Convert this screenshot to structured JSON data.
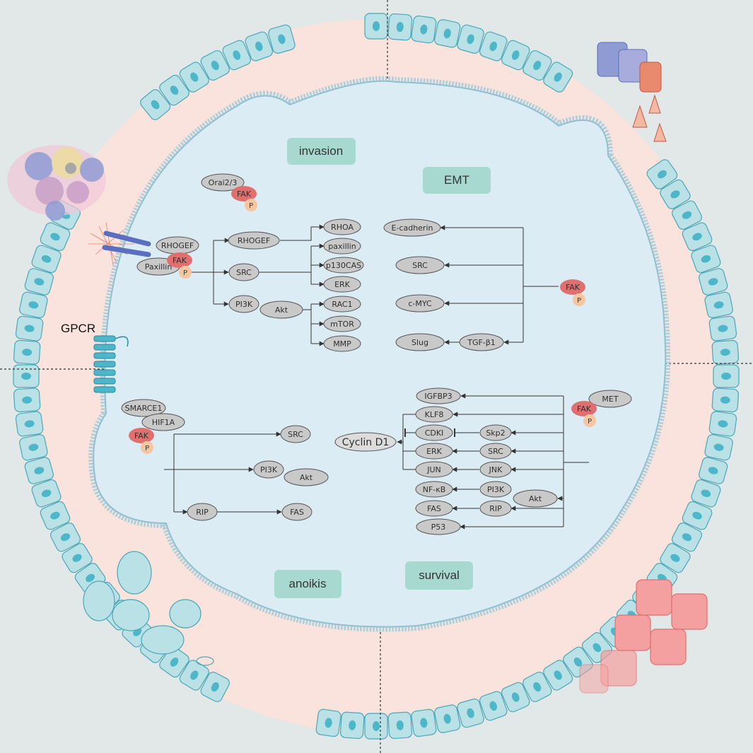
{
  "labels": {
    "invasion": "invasion",
    "emt": "EMT",
    "anoikis": "anoikis",
    "survival": "survival",
    "gpcr": "GPCR"
  },
  "nodes": {
    "orai": "Orai2/3",
    "rhogef_left": "RHOGEF",
    "paxillin_left": "Paxillin",
    "rhogef": "RHOGEF",
    "src_inv": "SRC",
    "pi3k_inv": "PI3K",
    "akt_inv": "Akt",
    "rhoa": "RHOA",
    "paxillin": "paxillin",
    "p130cas": "p130CAS",
    "erk_inv": "ERK",
    "rac1": "RAC1",
    "mtor": "mTOR",
    "mmp": "MMP",
    "ecadherin": "E-cadherin",
    "src_emt": "SRC",
    "cmyc": "c-MYC",
    "slug": "Slug",
    "tgfb1": "TGF-β1",
    "smarce1": "SMARCE1",
    "hif1a": "HIF1A",
    "src_ano": "SRC",
    "pi3k_ano": "PI3K",
    "akt_ano": "Akt",
    "rip_ano": "RIP",
    "fas_ano": "FAS",
    "met": "MET",
    "igfbp3": "IGFBP3",
    "klf8": "KLF8",
    "cdki": "CDKI",
    "skp2": "Skp2",
    "erk_sur": "ERK",
    "src_sur": "SRC",
    "jun": "JUN",
    "jnk": "JNK",
    "nfkb": "NF-κB",
    "pi3k_sur": "PI3K",
    "akt_sur": "Akt",
    "fas_sur": "FAS",
    "rip_sur": "RIP",
    "p53": "P53",
    "cyclind1": "Cyclin D1"
  },
  "fak": {
    "fak_label": "FAK",
    "p_label": "P"
  },
  "colors": {
    "background": "#e2e7e7",
    "outer_tissue": "#f9e3dc",
    "cell_body": "#dcecf4",
    "cell_membrane": "#9dc7d6",
    "epithelium": "#b9e1e6",
    "nucleus": "#4db6c8",
    "node_fill": "#c9c9c9",
    "fak_fill": "#e07070",
    "p_fill": "#f6c6a0",
    "label_box": "#a8d9d1"
  }
}
